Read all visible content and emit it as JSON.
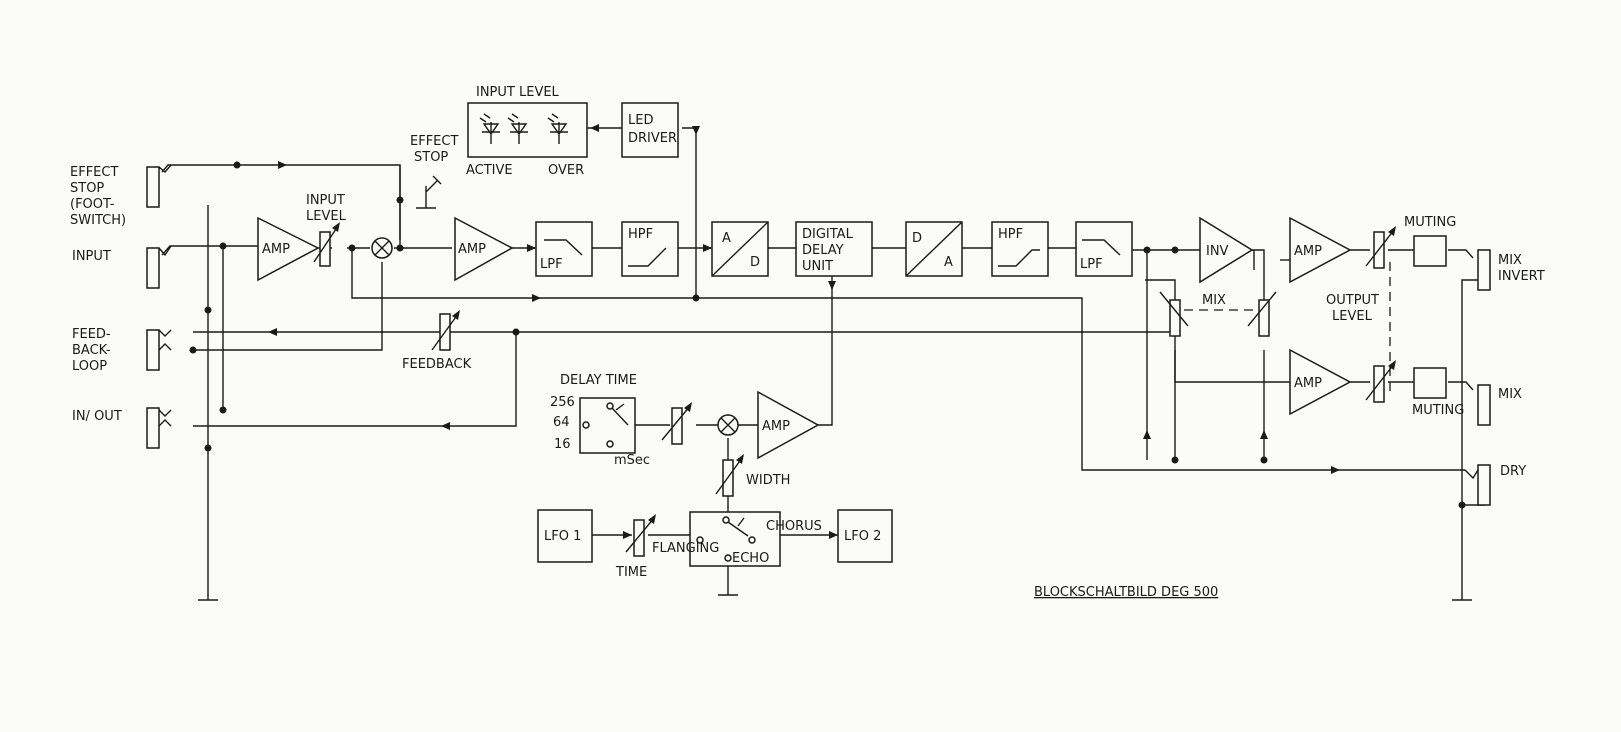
{
  "diagram": {
    "title": "BLOCKSCHALTBILD DEG 500",
    "jacks": {
      "effect_stop": [
        "EFFECT",
        "STOP",
        "(FOOT-",
        "SWITCH)"
      ],
      "input": "INPUT",
      "feedback_loop": [
        "FEED-",
        "BACK-",
        "LOOP"
      ],
      "in_out": "IN/ OUT",
      "mix_invert": [
        "MIX",
        "INVERT"
      ],
      "mix": "MIX",
      "dry": "DRY"
    },
    "blocks": {
      "amp": "AMP",
      "lpf": "LPF",
      "hpf": "HPF",
      "ad": [
        "A",
        "D"
      ],
      "da": [
        "D",
        "A"
      ],
      "digital_delay_unit": [
        "DIGITAL",
        "DELAY",
        "UNIT"
      ],
      "led_driver": [
        "LED",
        "DRIVER"
      ],
      "inv": "INV",
      "lfo1": "LFO 1",
      "lfo2": "LFO 2"
    },
    "labels": {
      "input_level_top": "INPUT LEVEL",
      "active": "ACTIVE",
      "over": "OVER",
      "effect_stop": [
        "EFFECT",
        "STOP"
      ],
      "input_level_pot": [
        "INPUT",
        "LEVEL"
      ],
      "feedback": "FEEDBACK",
      "mix": "MIX",
      "output_level": [
        "OUTPUT",
        "LEVEL"
      ],
      "muting": "MUTING",
      "delay_time": "DELAY TIME",
      "delay_values": [
        "256",
        "64",
        "16"
      ],
      "msec": "mSec",
      "width": "WIDTH",
      "time": "TIME",
      "flanging": "FLANGING",
      "chorus": "CHORUS",
      "echo": "ECHO"
    }
  }
}
